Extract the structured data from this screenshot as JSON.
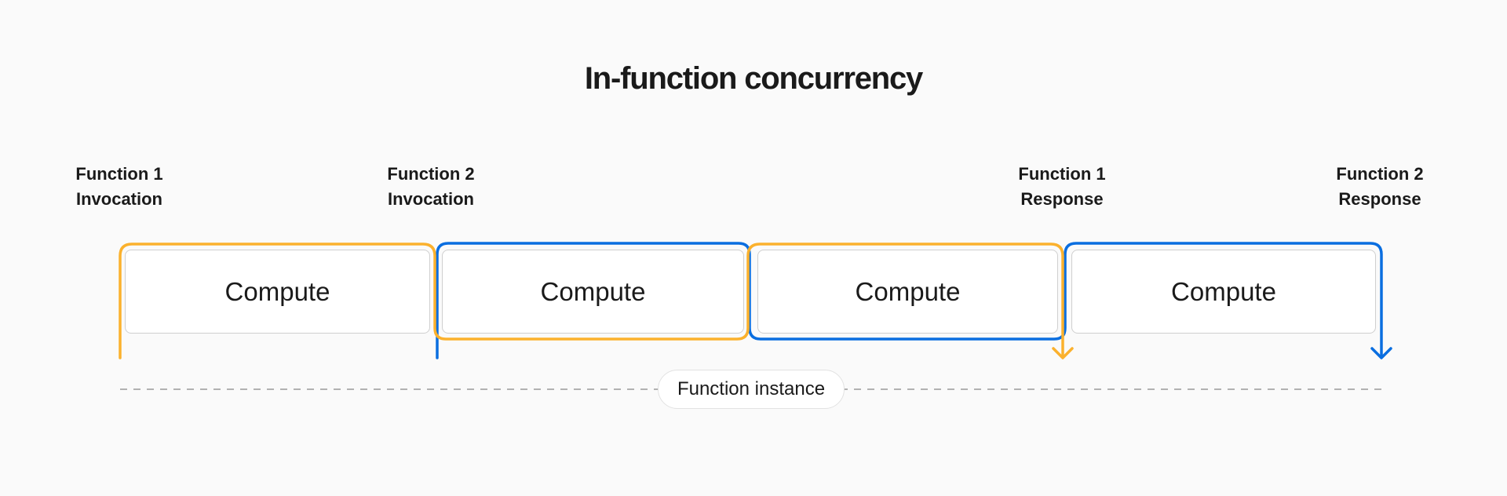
{
  "title": "In-function concurrency",
  "events": [
    {
      "line1": "Function 1",
      "line2": "Invocation"
    },
    {
      "line1": "Function 2",
      "line2": "Invocation"
    },
    {
      "line1": "Function 1",
      "line2": "Response"
    },
    {
      "line1": "Function 2",
      "line2": "Response"
    }
  ],
  "compute_blocks": [
    "Compute",
    "Compute",
    "Compute",
    "Compute"
  ],
  "instance_label": "Function instance",
  "colors": {
    "function_1": "#fbb12d",
    "function_2": "#0a6ee0",
    "timeline": "#9a9a9a"
  }
}
